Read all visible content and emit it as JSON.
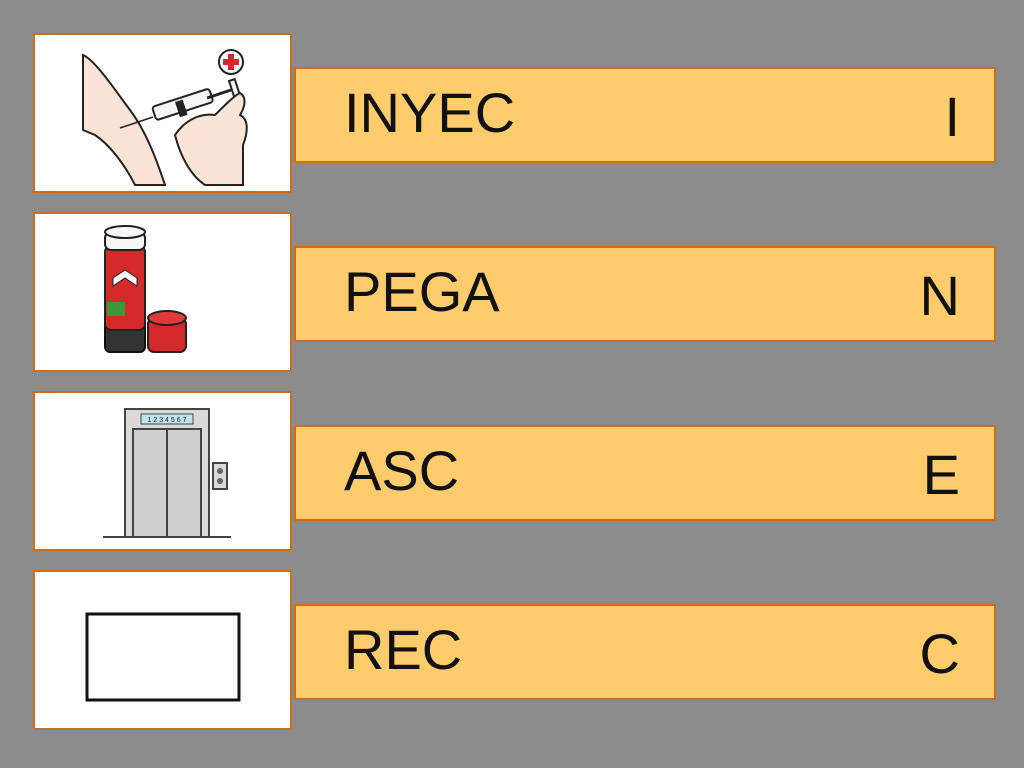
{
  "rows": [
    {
      "word": "INYEC",
      "letter": "I",
      "icon": "syringe-injection-icon"
    },
    {
      "word": "PEGA",
      "letter": "N",
      "icon": "glue-stick-icon"
    },
    {
      "word": "ASC",
      "letter": "E",
      "icon": "elevator-icon"
    },
    {
      "word": "REC",
      "letter": "C",
      "icon": "rectangle-icon"
    }
  ],
  "elevator_display": "1 2 3 4 5 6 7",
  "colors": {
    "background": "#8c8c8c",
    "bar_fill": "#fecb6d",
    "border": "#c8701c",
    "card_fill": "#ffffff"
  }
}
